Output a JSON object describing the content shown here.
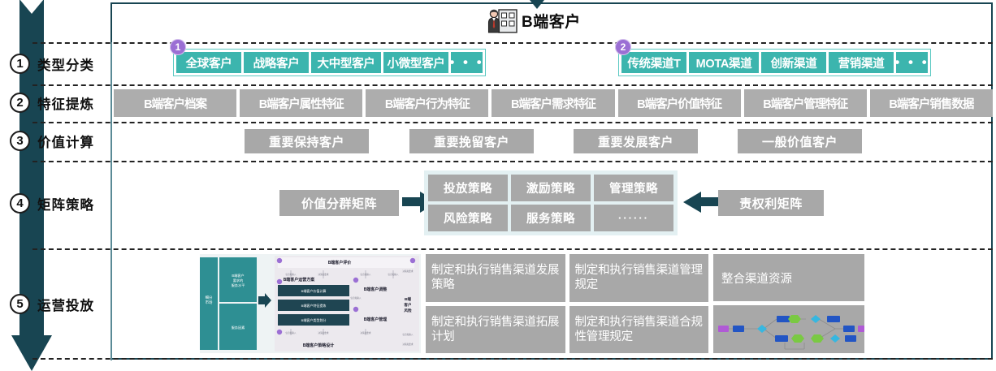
{
  "header": {
    "title": "B端客户",
    "icon": "business-building-icon",
    "arrow_icon": "down-arrow-icon"
  },
  "colors": {
    "teal": "#3CB5AE",
    "dark_teal": "#184552",
    "grey": "#A8A8A8",
    "light_grey": "#ADADAD",
    "purple_badge": "#9B6FD4",
    "panel_bg": "#E3F0F2"
  },
  "sidebar": {
    "items": [
      {
        "num": "1",
        "label": "类型分类"
      },
      {
        "num": "2",
        "label": "特征提炼"
      },
      {
        "num": "3",
        "label": "价值计算"
      },
      {
        "num": "4",
        "label": "矩阵策略"
      },
      {
        "num": "5",
        "label": "运营投放"
      }
    ]
  },
  "row1": {
    "group1": {
      "badge": "1",
      "tags": [
        "全球客户",
        "战略客户",
        "大中型客户",
        "小微型客户",
        "• • •"
      ]
    },
    "group2": {
      "badge": "2",
      "tags": [
        "传统渠道T",
        "MOTA渠道",
        "创新渠道",
        "营销渠道",
        "• • •"
      ]
    }
  },
  "row2": {
    "boxes": [
      "B端客户档案",
      "B端客户属性特征",
      "B端客户行为特征",
      "B端客户需求特征",
      "B端客户价值特征",
      "B端客户管理特征",
      "B端客户销售数据"
    ]
  },
  "row3": {
    "boxes": [
      "重要保持客户",
      "重要挽留客户",
      "重要发展客户",
      "一般价值客户"
    ]
  },
  "row4": {
    "left_pill": "价值分群矩阵",
    "right_pill": "责权利矩阵",
    "left_arrow_icon": "arrow-right-icon",
    "right_arrow_icon": "arrow-left-icon",
    "matrix_cells": [
      "投放策略",
      "激励策略",
      "管理策略",
      "风险策略",
      "服务策略",
      "······"
    ]
  },
  "row5": {
    "thumbnail_name": "b-customer-operation-blueprint-thumbnail",
    "thumbnail_labels": {
      "left_col": "细分市场",
      "left_box1": "B端客户要求的服务水平",
      "left_box2": "服务因素",
      "top": "B端客户评价",
      "mid_title": "B端客户运营方案",
      "dark_boxes": [
        "B端客户价值计算",
        "B端客户特征提炼",
        "B端客户类型划分"
      ],
      "col2_items": [
        "B端客户调整",
        "B端客户管理"
      ],
      "right_label": "B端客户风险",
      "bottom": "B端客户策略设计"
    },
    "cells": [
      "制定和执行销售渠道发展策略",
      "制定和执行销售渠道管理规定",
      "制定和执行销售渠道拓展计划",
      "制定和执行销售渠道合规性管理规定"
    ],
    "right_top": "整合渠道资源",
    "right_bottom_name": "channel-flowchart-thumbnail"
  }
}
